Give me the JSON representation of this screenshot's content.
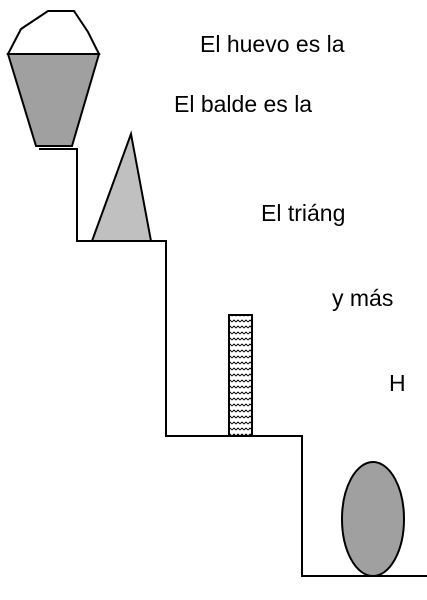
{
  "text_lines": [
    "El huevo es la",
    "El balde es la",
    "El triáng",
    "y más",
    "H"
  ],
  "colors": {
    "shape_fill_dark": "#a0a0a0",
    "shape_fill_light": "#c0c0c0",
    "outline": "#000000",
    "background": "#ffffff"
  }
}
